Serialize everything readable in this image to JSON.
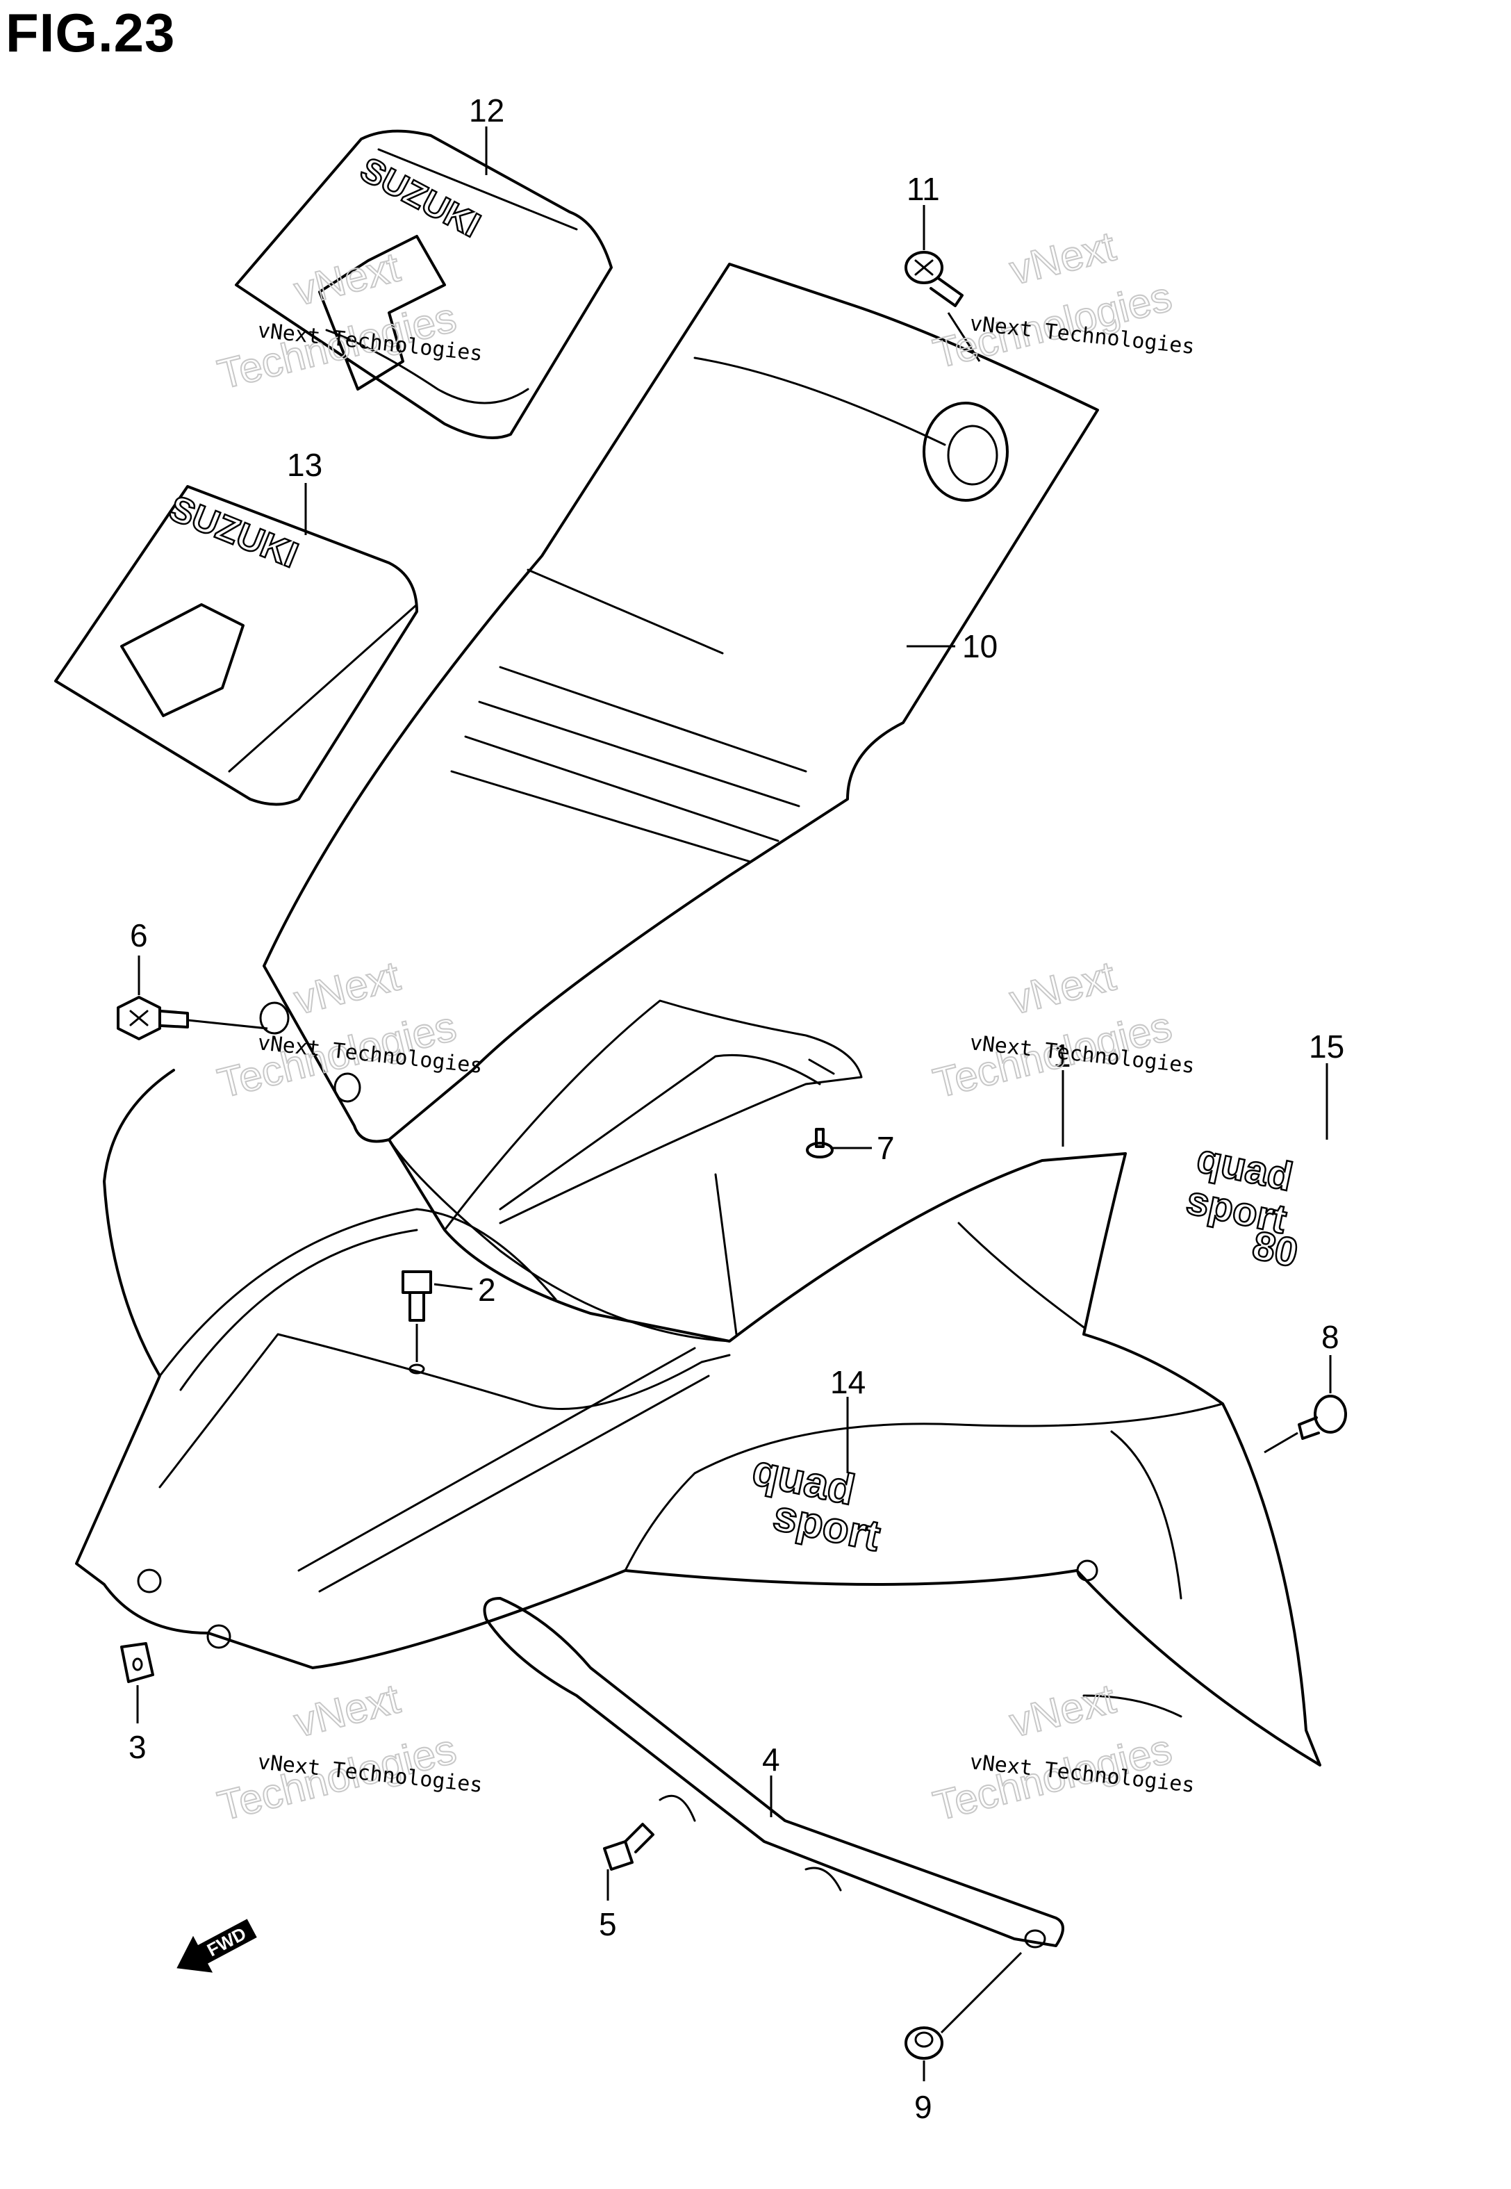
{
  "figure": {
    "title": "FIG.23"
  },
  "callouts": [
    {
      "id": "1",
      "label": "1"
    },
    {
      "id": "2",
      "label": "2"
    },
    {
      "id": "3",
      "label": "3"
    },
    {
      "id": "4",
      "label": "4"
    },
    {
      "id": "5",
      "label": "5"
    },
    {
      "id": "6",
      "label": "6"
    },
    {
      "id": "7",
      "label": "7"
    },
    {
      "id": "8",
      "label": "8"
    },
    {
      "id": "9",
      "label": "9"
    },
    {
      "id": "10",
      "label": "10"
    },
    {
      "id": "11",
      "label": "11"
    },
    {
      "id": "12",
      "label": "12"
    },
    {
      "id": "13",
      "label": "13"
    },
    {
      "id": "14",
      "label": "14"
    },
    {
      "id": "15",
      "label": "15"
    }
  ],
  "decals": {
    "brand": "SUZUKI",
    "model_line1": "quad",
    "model_line2": "sport",
    "model_line3": "80"
  },
  "direction_marker": "FWD",
  "watermark": {
    "line1": "vNext Technologies",
    "big_line1": "vNext",
    "big_line2": "Technologies"
  },
  "colors": {
    "ink": "#000000",
    "paper": "#ffffff",
    "watermark": "#c8c8c8"
  }
}
